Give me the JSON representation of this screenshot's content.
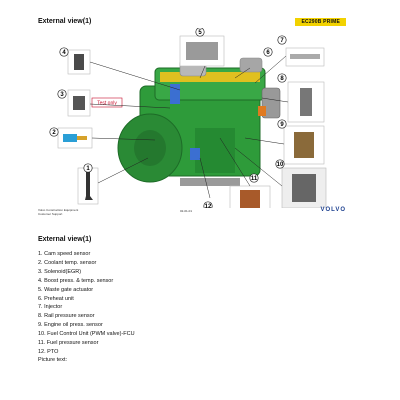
{
  "slide": {
    "title": "External view(1)",
    "badge": "EC290B PRIME",
    "test_only_label": "Test only",
    "footer_left_line1": "Volvo Construction Equipment",
    "footer_left_line2": "Customer Support",
    "footer_mid": "02-01-01",
    "footer_logo": "VOLVO",
    "callouts": [
      "1",
      "2",
      "3",
      "4",
      "5",
      "6",
      "7",
      "8",
      "9",
      "10",
      "11",
      "12"
    ],
    "colors": {
      "engine_green": "#2e9b3a",
      "badge_yellow": "#f2d200",
      "callout_red": "#c8102e",
      "logo_blue": "#1b3f8f"
    }
  },
  "document": {
    "heading": "External view(1)",
    "items": [
      "1. Cam speed sensor",
      "2. Coolant temp. sensor",
      "3. Solenoid(EGR)",
      "4. Boost press. & temp. sensor",
      "5. Waste gate actuator",
      "6. Preheat unit",
      "7. Injector",
      "8. Rail pressure sensor",
      "9. Engine oil press. sensor",
      "10. Fuel Control Unit (PWM valve)-FCU",
      "11. Fuel pressure sensor",
      "12. PTO"
    ],
    "picture_text": "Picture text:"
  }
}
